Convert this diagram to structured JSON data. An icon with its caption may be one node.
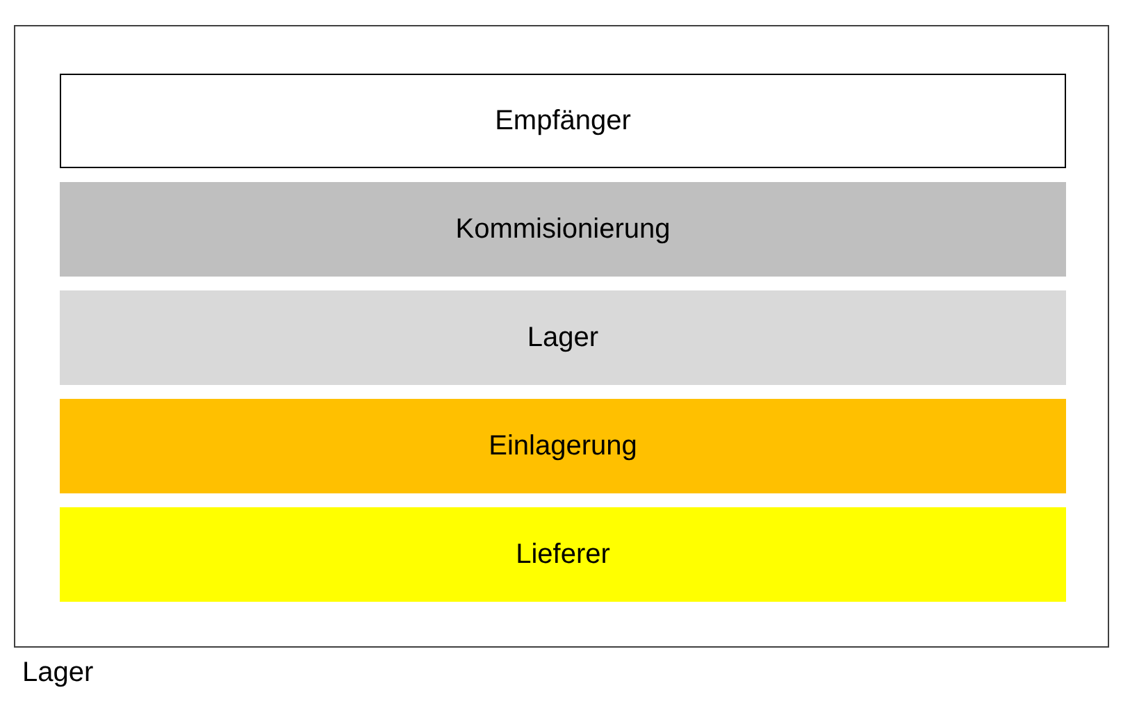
{
  "diagram": {
    "nodes": [
      {
        "text": [
          "Lager"
        ]
      },
      {
        "text": [
          "Empfänger"
        ],
        "in": 0
      },
      {
        "text": [
          "Kommisionierung"
        ],
        "in": 0
      },
      {
        "text": [
          "Lager"
        ],
        "in": 0
      },
      {
        "text": [
          "Einlagerung"
        ],
        "in": 0
      },
      {
        "text": [
          "Lieferer"
        ],
        "in": 0
      }
    ],
    "edges": []
  }
}
